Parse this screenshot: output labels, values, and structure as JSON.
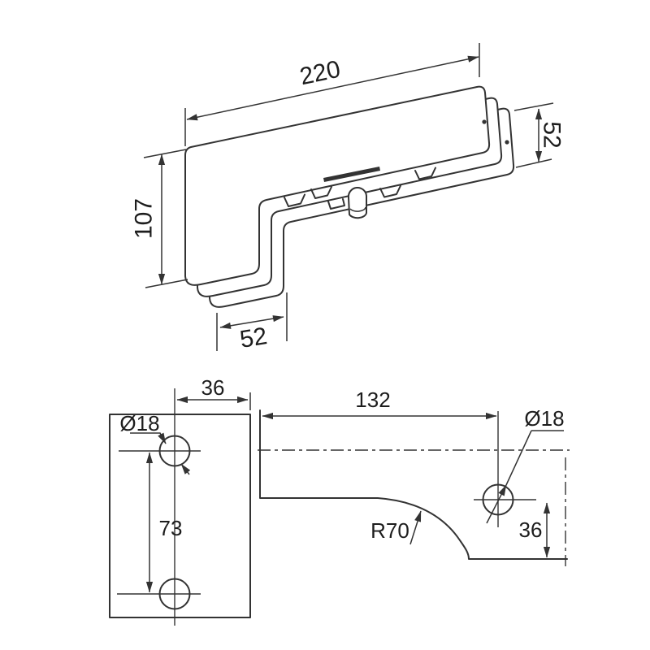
{
  "sheet": {
    "background": "#ffffff",
    "line_color": "#333333",
    "text_color": "#1d1d1d"
  },
  "iso_view": {
    "width_label": "220",
    "height_label": "107",
    "leg_width_label": "52",
    "end_height_label": "52"
  },
  "plate_view": {
    "offset_label": "36",
    "hole_label": "Ø18",
    "spacing_label": "73"
  },
  "profile_view": {
    "length_label": "132",
    "hole_label": "Ø18",
    "radius_label": "R70",
    "edge_label": "36"
  }
}
